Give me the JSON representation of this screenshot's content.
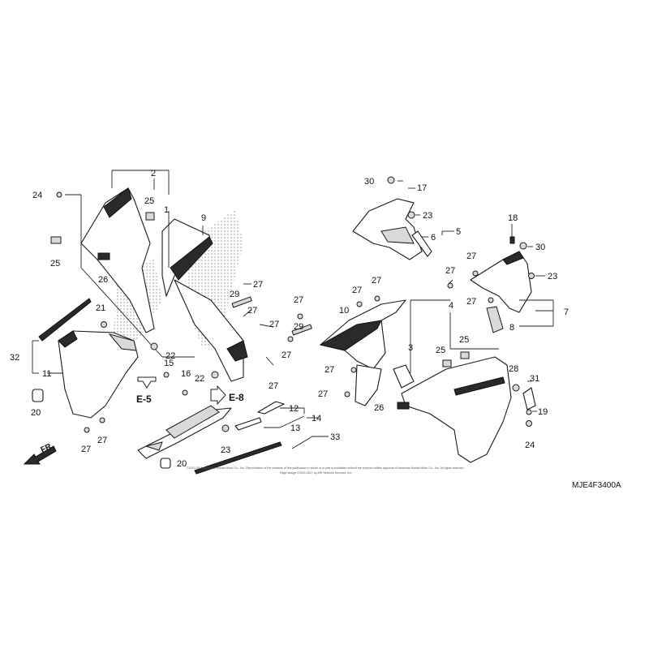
{
  "drawing_code": "MJE4F3400A",
  "direction_label": "FR.",
  "copyright_line1": "©2013-2016 American Honda Motor Co., Inc. Reproduction of the contents of this publication in whole or in part is prohibited without the express written approval of American Honda Motor Co., Inc. All rights reserved.",
  "copyright_line2": "Page design ©2004-2017 by ARI Network Services, Inc.",
  "refs": {
    "e5": "E-5",
    "e8": "E-8"
  },
  "callouts": {
    "c1": "1",
    "c2": "2",
    "c3": "3",
    "c4": "4",
    "c5": "5",
    "c6": "6",
    "c7": "7",
    "c8": "8",
    "c9": "9",
    "c10": "10",
    "c11": "11",
    "c12": "12",
    "c13": "13",
    "c14": "14",
    "c15": "15",
    "c16": "16",
    "c17": "17",
    "c18": "18",
    "c19": "19",
    "c20a": "20",
    "c20b": "20",
    "c21": "21",
    "c22a": "22",
    "c22b": "22",
    "c23a": "23",
    "c23b": "23",
    "c23c": "23",
    "c24a": "24",
    "c24b": "24",
    "c25a": "25",
    "c25b": "25",
    "c25c": "25",
    "c25d": "25",
    "c26a": "26",
    "c26b": "26",
    "c27a": "27",
    "c27b": "27",
    "c27c": "27",
    "c27d": "27",
    "c27e": "27",
    "c27f": "27",
    "c27g": "27",
    "c27h": "27",
    "c27i": "27",
    "c27j": "27",
    "c27k": "27",
    "c27l": "27",
    "c27m": "27",
    "c28": "28",
    "c29a": "29",
    "c29b": "29",
    "c30a": "30",
    "c30b": "30",
    "c31": "31",
    "c32": "32",
    "c33": "33"
  }
}
